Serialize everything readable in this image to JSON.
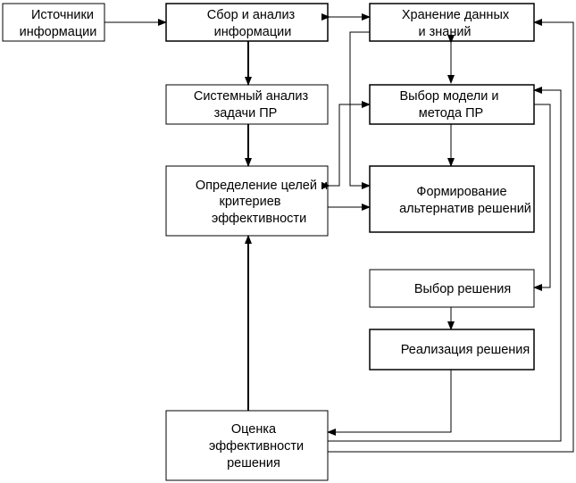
{
  "blocks": {
    "sources": {
      "lines": [
        "Источники",
        "информации"
      ]
    },
    "collect": {
      "lines": [
        "Сбор и анализ",
        "информации"
      ]
    },
    "storage": {
      "lines": [
        "Хранение данных",
        "и знаний"
      ]
    },
    "sysanalysis": {
      "lines": [
        "Системный анализ",
        "задачи ПР"
      ]
    },
    "model": {
      "lines": [
        "Выбор модели и",
        "метода ПР"
      ]
    },
    "goals": {
      "lines": [
        "Определение целей и",
        "критериев",
        "эффективности"
      ]
    },
    "alternatives": {
      "lines": [
        "Формирование",
        "альтернатив решений"
      ]
    },
    "choice": {
      "lines": [
        "Выбор решения"
      ]
    },
    "implementation": {
      "lines": [
        "Реализация решения"
      ]
    },
    "evaluation": {
      "lines": [
        "Оценка",
        "эффективности",
        "решения"
      ]
    }
  }
}
